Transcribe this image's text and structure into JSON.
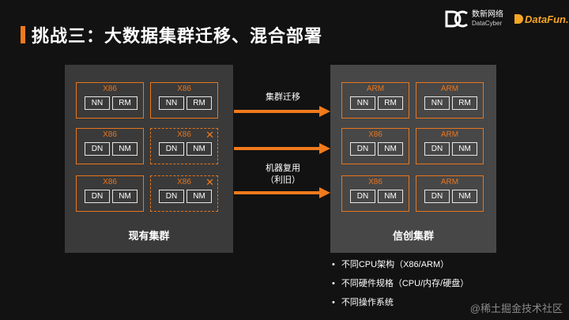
{
  "title": "挑战三：大数据集群迁移、混合部署",
  "logos": {
    "datacyber_cn": "数新网络",
    "datacyber_en": "DataCyber",
    "datafun": "DataFun."
  },
  "left_cluster": {
    "label": "现有集群",
    "rows": [
      [
        {
          "type": "X86",
          "services": [
            "NN",
            "RM"
          ],
          "removed": false
        },
        {
          "type": "X86",
          "services": [
            "NN",
            "RM"
          ],
          "removed": false
        }
      ],
      [
        {
          "type": "X86",
          "services": [
            "DN",
            "NM"
          ],
          "removed": false
        },
        {
          "type": "X86",
          "services": [
            "DN",
            "NM"
          ],
          "removed": true
        }
      ],
      [
        {
          "type": "X86",
          "services": [
            "DN",
            "NM"
          ],
          "removed": false
        },
        {
          "type": "X86",
          "services": [
            "DN",
            "NM"
          ],
          "removed": true
        }
      ]
    ]
  },
  "right_cluster": {
    "label": "信创集群",
    "rows": [
      [
        {
          "type": "ARM",
          "services": [
            "NN",
            "RM"
          ]
        },
        {
          "type": "ARM",
          "services": [
            "NN",
            "RM"
          ]
        }
      ],
      [
        {
          "type": "X86",
          "services": [
            "DN",
            "NM"
          ]
        },
        {
          "type": "ARM",
          "services": [
            "DN",
            "NM"
          ]
        }
      ],
      [
        {
          "type": "X86",
          "services": [
            "DN",
            "NM"
          ]
        },
        {
          "type": "ARM",
          "services": [
            "DN",
            "NM"
          ]
        }
      ]
    ]
  },
  "arrows": {
    "migration": "集群迁移",
    "reuse_line1": "机器复用",
    "reuse_line2": "（利旧）"
  },
  "bullets": [
    "不同CPU架构（X86/ARM）",
    "不同硬件规格（CPU/内存/硬盘）",
    "不同操作系统"
  ],
  "watermark": "@稀土掘金技术社区",
  "colors": {
    "accent": "#f07a1c",
    "background": "#121212",
    "panel_left": "#3a3a3a",
    "panel_right": "#474747"
  }
}
